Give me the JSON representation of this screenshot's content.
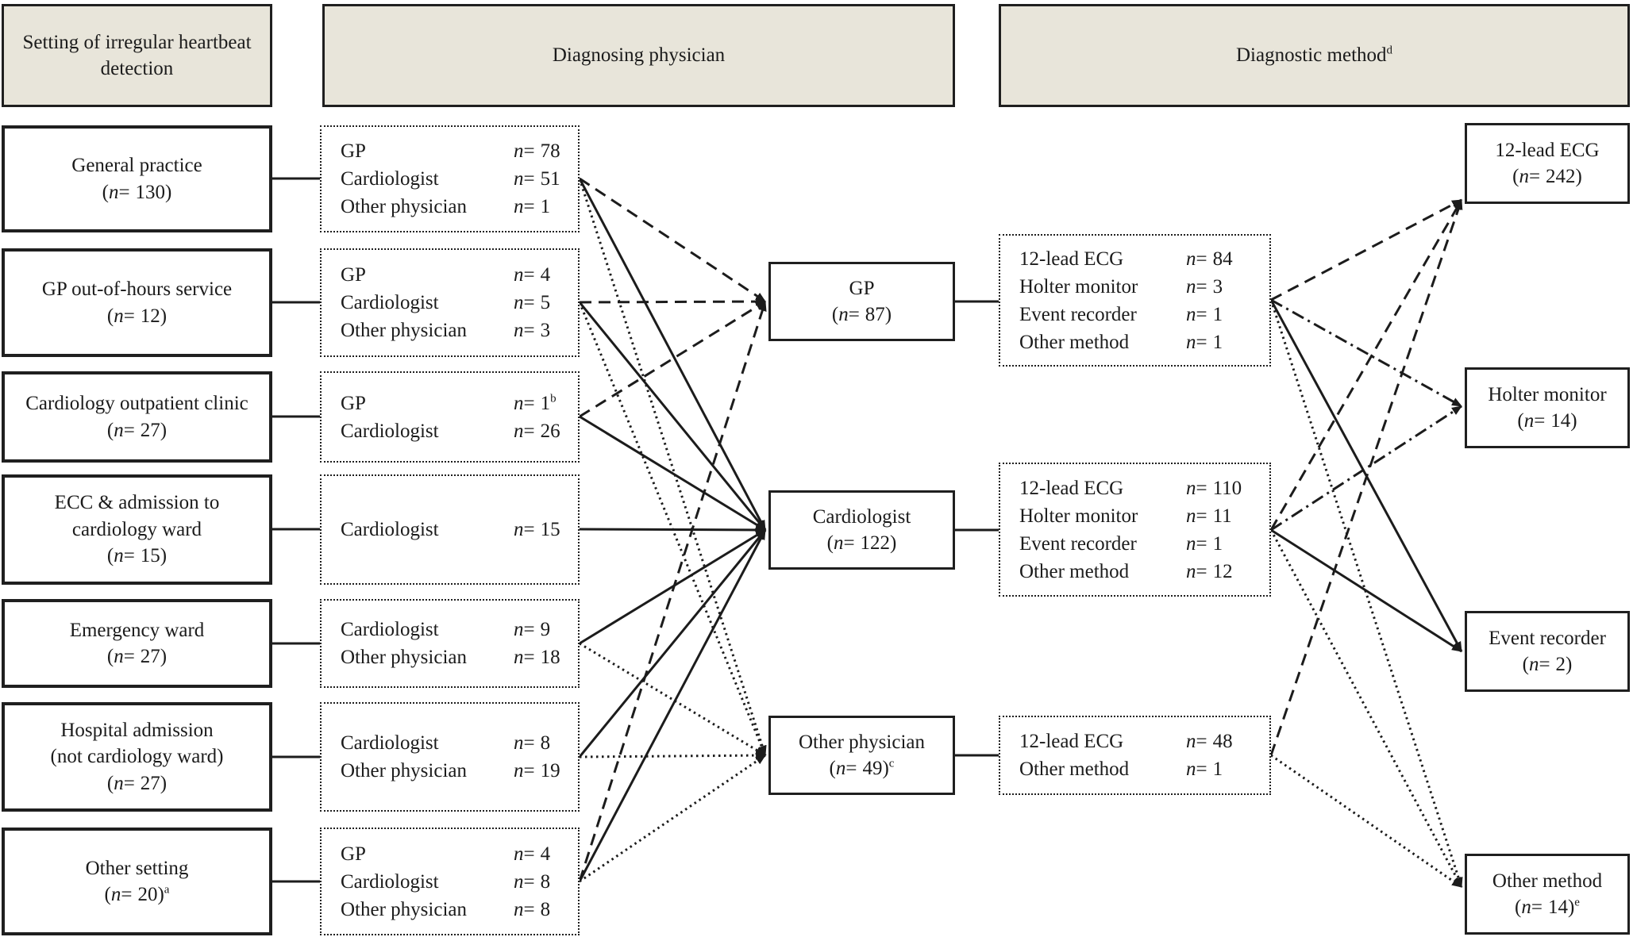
{
  "shared": {
    "np": "n=",
    "po": "(",
    "pc": ")"
  },
  "colors": {
    "background": "#ffffff",
    "header_fill": "#e8e5da",
    "line": "#1c1c1c",
    "border": "#1f1f1f"
  },
  "headers": [
    {
      "label": "Setting of irregular heartbeat detection"
    },
    {
      "label": "Diagnosing physician"
    },
    {
      "label": "Diagnostic method",
      "sup": "d"
    }
  ],
  "settings": [
    {
      "line1": "General practice",
      "n": "130"
    },
    {
      "line1": "GP out-of-hours service",
      "n": "12"
    },
    {
      "line1": "Cardiology outpatient clinic",
      "n": "27"
    },
    {
      "line1": "ECC & admission to",
      "line2": "cardiology ward",
      "n": "15"
    },
    {
      "line1": "Emergency ward",
      "n": "27"
    },
    {
      "line1": "Hospital admission",
      "line2": "(not cardiology ward)",
      "n": "27"
    },
    {
      "line1": "Other setting",
      "n": "20",
      "sup": "a"
    }
  ],
  "physician_breakdowns": [
    {
      "rows": [
        {
          "label": "GP",
          "value": "78"
        },
        {
          "label": "Cardiologist",
          "value": "51"
        },
        {
          "label": "Other physician",
          "value": "1"
        }
      ]
    },
    {
      "rows": [
        {
          "label": "GP",
          "value": "4"
        },
        {
          "label": "Cardiologist",
          "value": "5"
        },
        {
          "label": "Other physician",
          "value": "3"
        }
      ]
    },
    {
      "rows": [
        {
          "label": "GP",
          "value": "1",
          "sup": "b"
        },
        {
          "label": "Cardiologist",
          "value": "26"
        }
      ]
    },
    {
      "rows": [
        {
          "label": "Cardiologist",
          "value": "15"
        }
      ]
    },
    {
      "rows": [
        {
          "label": "Cardiologist",
          "value": "9"
        },
        {
          "label": "Other physician",
          "value": "18"
        }
      ]
    },
    {
      "rows": [
        {
          "label": "Cardiologist",
          "value": "8"
        },
        {
          "label": "Other physician",
          "value": "19"
        }
      ]
    },
    {
      "rows": [
        {
          "label": "GP",
          "value": "4"
        },
        {
          "label": "Cardiologist",
          "value": "8"
        },
        {
          "label": "Other physician",
          "value": "8"
        }
      ]
    }
  ],
  "physicians": [
    {
      "title": "GP",
      "n": "87"
    },
    {
      "title": "Cardiologist",
      "n": "122"
    },
    {
      "title": "Other physician",
      "n": "49",
      "sup": "c"
    }
  ],
  "method_breakdowns": [
    {
      "rows": [
        {
          "label": "12-lead ECG",
          "value": "84"
        },
        {
          "label": "Holter monitor",
          "value": "3"
        },
        {
          "label": "Event recorder",
          "value": "1"
        },
        {
          "label": "Other method",
          "value": "1"
        }
      ]
    },
    {
      "rows": [
        {
          "label": "12-lead ECG",
          "value": "110"
        },
        {
          "label": "Holter monitor",
          "value": "11"
        },
        {
          "label": "Event recorder",
          "value": "1"
        },
        {
          "label": "Other method",
          "value": "12"
        }
      ]
    },
    {
      "rows": [
        {
          "label": "12-lead ECG",
          "value": "48"
        },
        {
          "label": "Other method",
          "value": "1"
        }
      ]
    }
  ],
  "methods": [
    {
      "title": "12-lead ECG",
      "n": "242"
    },
    {
      "title": "Holter monitor",
      "n": "14"
    },
    {
      "title": "Event recorder",
      "n": "2"
    },
    {
      "title": "Other method",
      "n": "14",
      "sup": "e"
    }
  ],
  "connections": {
    "setting_to_physician": [
      {
        "from": "General practice",
        "to": "GP",
        "style": "dashed"
      },
      {
        "from": "General practice",
        "to": "Cardiologist",
        "style": "solid"
      },
      {
        "from": "General practice",
        "to": "Other physician",
        "style": "dotted"
      },
      {
        "from": "GP out-of-hours service",
        "to": "GP",
        "style": "dashed"
      },
      {
        "from": "GP out-of-hours service",
        "to": "Cardiologist",
        "style": "solid"
      },
      {
        "from": "GP out-of-hours service",
        "to": "Other physician",
        "style": "dotted"
      },
      {
        "from": "Cardiology outpatient clinic",
        "to": "GP",
        "style": "dashed"
      },
      {
        "from": "Cardiology outpatient clinic",
        "to": "Cardiologist",
        "style": "solid"
      },
      {
        "from": "ECC & admission to cardiology ward",
        "to": "Cardiologist",
        "style": "solid"
      },
      {
        "from": "Emergency ward",
        "to": "Cardiologist",
        "style": "solid"
      },
      {
        "from": "Emergency ward",
        "to": "Other physician",
        "style": "dotted"
      },
      {
        "from": "Hospital admission (not cardiology ward)",
        "to": "Cardiologist",
        "style": "solid"
      },
      {
        "from": "Hospital admission (not cardiology ward)",
        "to": "Other physician",
        "style": "dotted"
      },
      {
        "from": "Other setting",
        "to": "GP",
        "style": "dashed"
      },
      {
        "from": "Other setting",
        "to": "Cardiologist",
        "style": "solid"
      },
      {
        "from": "Other setting",
        "to": "Other physician",
        "style": "dotted"
      }
    ],
    "physician_to_method": [
      {
        "from": "GP",
        "to": "12-lead ECG",
        "style": "dashed"
      },
      {
        "from": "GP",
        "to": "Holter monitor",
        "style": "dash-dot"
      },
      {
        "from": "GP",
        "to": "Event recorder",
        "style": "solid"
      },
      {
        "from": "GP",
        "to": "Other method",
        "style": "dotted"
      },
      {
        "from": "Cardiologist",
        "to": "12-lead ECG",
        "style": "dashed"
      },
      {
        "from": "Cardiologist",
        "to": "Holter monitor",
        "style": "dash-dot"
      },
      {
        "from": "Cardiologist",
        "to": "Event recorder",
        "style": "solid"
      },
      {
        "from": "Cardiologist",
        "to": "Other method",
        "style": "dotted"
      },
      {
        "from": "Other physician",
        "to": "12-lead ECG",
        "style": "dashed"
      },
      {
        "from": "Other physician",
        "to": "Other method",
        "style": "dotted"
      }
    ]
  }
}
